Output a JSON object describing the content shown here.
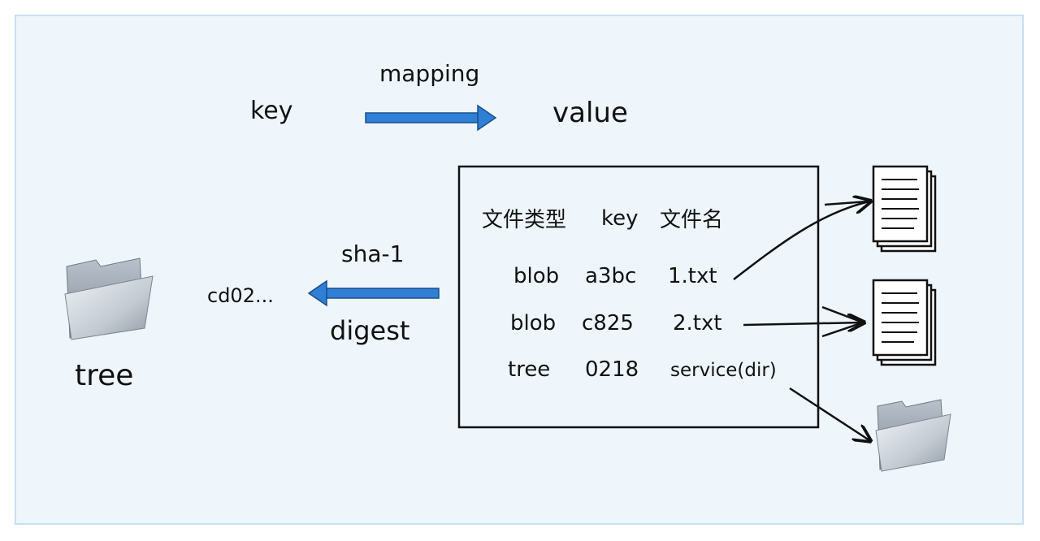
{
  "mapping": {
    "key_label": "key",
    "arrow_label": "mapping",
    "value_label": "value",
    "arrow_color": "#2f7fd6"
  },
  "hash": {
    "top_label": "sha-1",
    "bottom_label": "digest",
    "result": "cd02...",
    "arrow_color": "#2f7fd6"
  },
  "tree_object": {
    "label": "tree",
    "icon": "folder-icon"
  },
  "tree_table": {
    "headers": [
      "文件类型",
      "key",
      "文件名"
    ],
    "rows": [
      {
        "type": "blob",
        "key": "a3bc",
        "name": "1.txt"
      },
      {
        "type": "blob",
        "key": "c825",
        "name": "2.txt"
      },
      {
        "type": "tree",
        "key": "0218",
        "name": "service(dir)"
      }
    ]
  },
  "targets": [
    {
      "icon": "document-stack-icon"
    },
    {
      "icon": "document-stack-icon"
    },
    {
      "icon": "folder-icon"
    }
  ]
}
